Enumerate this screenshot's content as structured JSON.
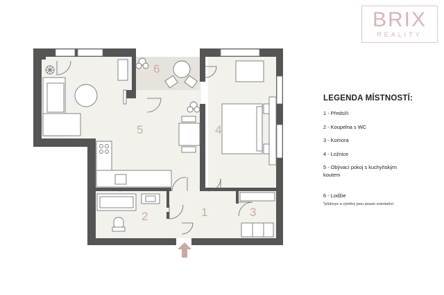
{
  "logo": {
    "brand": "BRIX",
    "sub": "REALITY",
    "color": "#dab4b6"
  },
  "legend": {
    "title": "LEGENDA MÍSTNOSTÍ:",
    "items": [
      "1 - Předsíň",
      "2 - Koupelna s WC",
      "3 - Komora",
      "4 - Ložnice",
      "5 - Obývací pokoj s kuchyňským koutem",
      "6 - Lodžie"
    ],
    "note": "*půdorys a výměry jsou pouze orientační"
  },
  "rooms": {
    "r1": "1",
    "r2": "2",
    "r3": "3",
    "r4": "4",
    "r5": "5",
    "r6": "6"
  },
  "colors": {
    "wall": "#555555",
    "floor": "#f2f1ec",
    "loggia": "#e6e3dc",
    "room_number": "#c9ada6",
    "entrance_arrow": "#c8aaa2"
  }
}
